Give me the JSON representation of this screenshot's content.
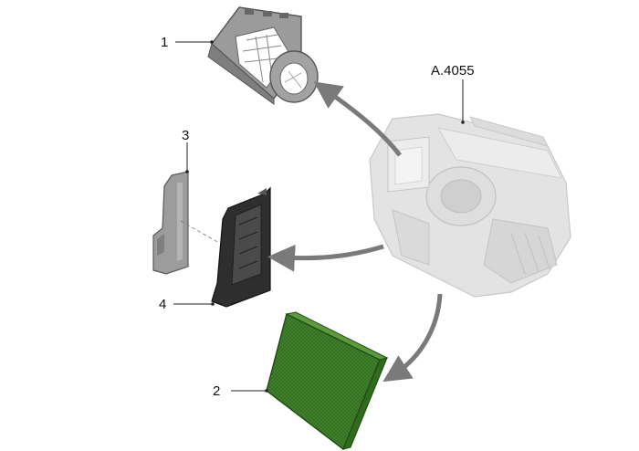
{
  "diagram": {
    "callouts": {
      "part_1": "1",
      "part_2": "2",
      "part_3": "3",
      "part_4": "4",
      "assembly": "A.4055"
    },
    "parts": {
      "blower_housing": "blower-housing-icon",
      "cabin_filter": "cabin-air-filter-icon",
      "filter_frame": "filter-frame-icon",
      "filter_cover_strip": "filter-cover-strip-icon",
      "hvac_unit": "hvac-unit-icon"
    },
    "colors": {
      "filter_green": "#3f7f2a",
      "part_gray": "#8e8e8e",
      "faded_unit": "#d9d9d9",
      "arrow_gray": "#7a7a7a",
      "frame_dark": "#333333"
    }
  }
}
